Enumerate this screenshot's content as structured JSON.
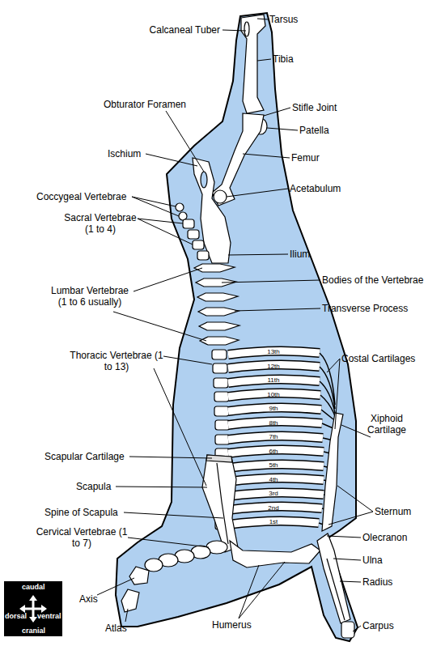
{
  "diagram": {
    "nodes": [
      {
        "text": [
          "caudal",
          "dorsal",
          "ventral",
          "cranial"
        ]
      }
    ],
    "labels": [
      "Calcaneal Tuber",
      "Tarsus",
      "Tibia",
      "Obturator Foramen",
      "Stifle Joint",
      "Patella",
      "Ischium",
      "Femur",
      "Coccygeal Vertebrae",
      "Acetabulum",
      "Sacral Vertebrae (1 to 4)",
      "Ilium",
      "Bodies of the Vertebrae",
      "Lumbar Vertebrae (1 to 6 usually)",
      "Transverse Process",
      "Thoracic Vertebrae (1 to 13)",
      "Costal Cartilages",
      "13th",
      "12th",
      "11th",
      "10th",
      "9th",
      "8th",
      "7th",
      "6th",
      "5th",
      "4th",
      "3rd",
      "2nd",
      "1st",
      "Xiphoid Cartilage",
      "Scapular Cartilage",
      "Scapula",
      "Sternum",
      "Spine of Scapula",
      "Cervical Vertebrae (1 to 7)",
      "Olecranon",
      "Ulna",
      "Radius",
      "Axis",
      "Atlas",
      "Humerus",
      "Carpus"
    ]
  }
}
